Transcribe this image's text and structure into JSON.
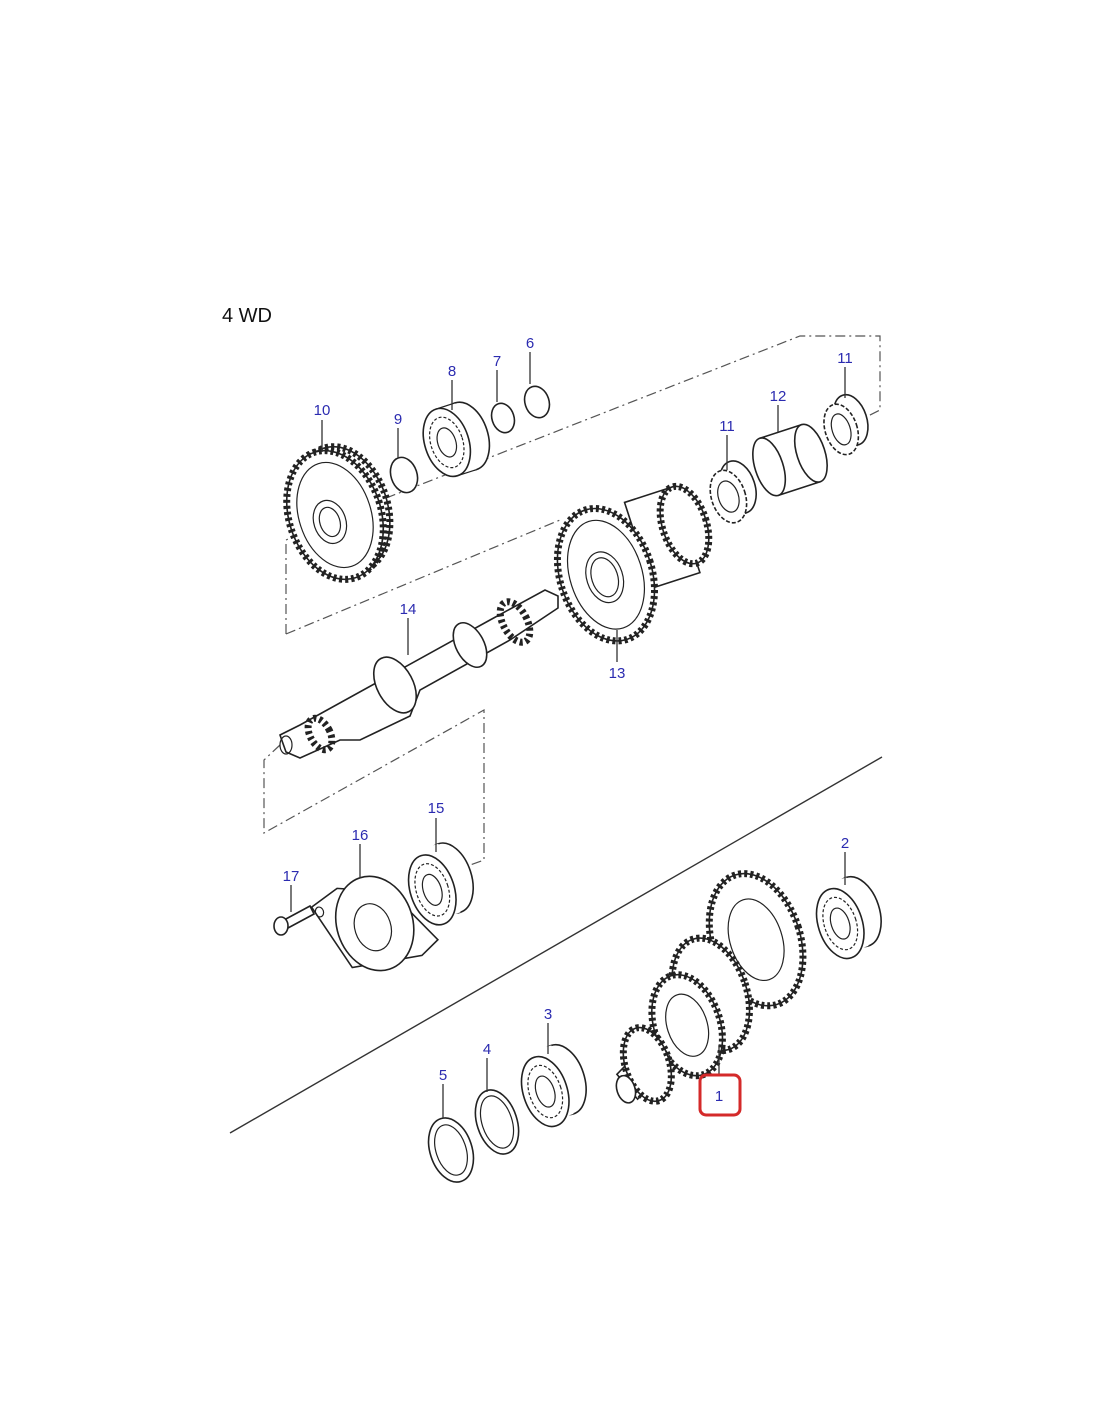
{
  "title": "4 WD",
  "highlight_color": "#d42a2a",
  "label_color": "#2b2bb0",
  "callouts": {
    "c1": "1",
    "c2": "2",
    "c3": "3",
    "c4": "4",
    "c5": "5",
    "c6": "6",
    "c7": "7",
    "c8": "8",
    "c9": "9",
    "c10": "10",
    "c11a": "11",
    "c11b": "11",
    "c12": "12",
    "c13": "13",
    "c14": "14",
    "c15": "15",
    "c16": "16",
    "c17": "17"
  },
  "selected_callout": "1"
}
